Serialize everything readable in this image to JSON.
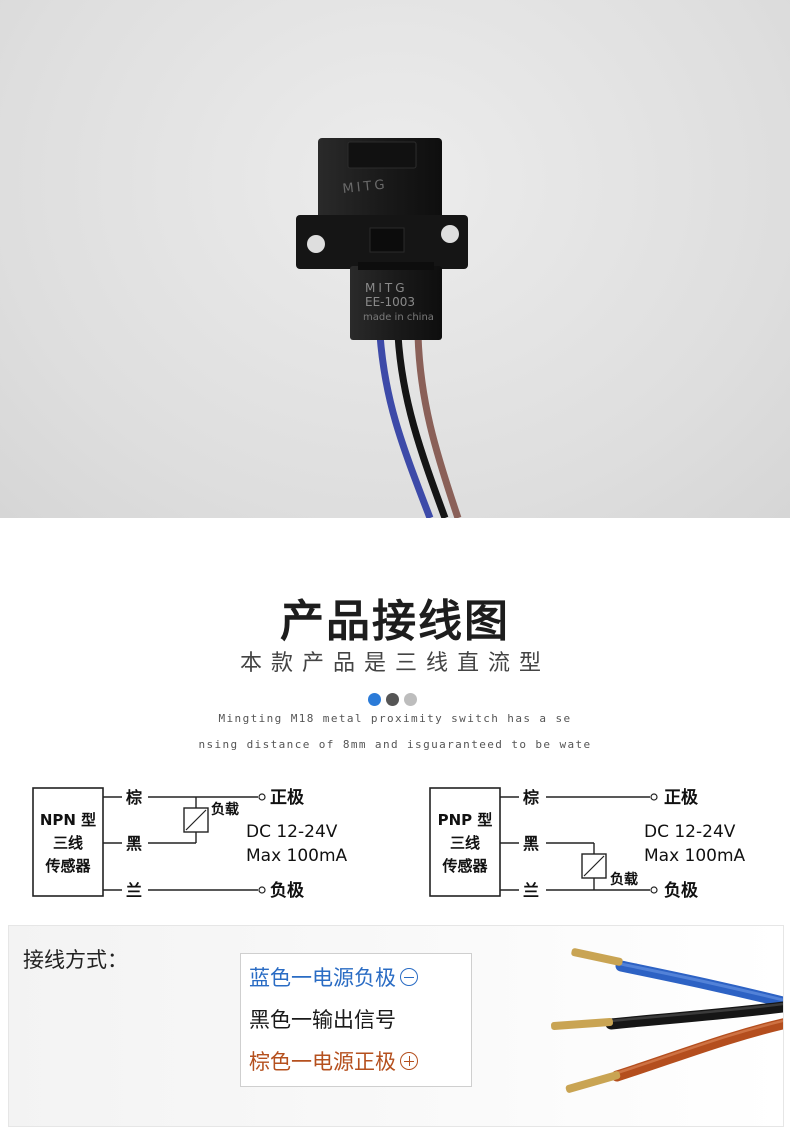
{
  "photo": {
    "body_label_top": "MITG",
    "connector_brand": "MITG",
    "connector_model": "EE-1003",
    "connector_origin": "made in china"
  },
  "heading": {
    "title": "产品接线图",
    "subtitle": "本款产品是三线直流型",
    "dots": [
      "#2b7bd8",
      "#555555",
      "#bdbdbd"
    ],
    "desc_line1": "Mingting M18 metal proximity switch has a se",
    "desc_line2": "nsing distance of 8mm and isguaranteed to be wate"
  },
  "npn": {
    "box": [
      "NPN 型",
      "三线",
      "传感器"
    ],
    "brown": "棕",
    "black": "黑",
    "blue": "兰",
    "load": "负载",
    "positive": "正极",
    "negative": "负极",
    "voltage": "DC 12-24V",
    "current": "Max 100mA"
  },
  "pnp": {
    "box": [
      "PNP 型",
      "三线",
      "传感器"
    ],
    "brown": "棕",
    "black": "黑",
    "blue": "兰",
    "load": "负载",
    "positive": "正极",
    "negative": "负极",
    "voltage": "DC 12-24V",
    "current": "Max 100mA"
  },
  "method": {
    "label": "接线方式：",
    "items": [
      {
        "text": "蓝色一电源负极",
        "color": "#2a6cc4",
        "symbol": "minus"
      },
      {
        "text": "黑色一输出信号",
        "color": "#1a1a1a",
        "symbol": ""
      },
      {
        "text": "棕色一电源正极",
        "color": "#b5501e",
        "symbol": "plus"
      }
    ]
  }
}
